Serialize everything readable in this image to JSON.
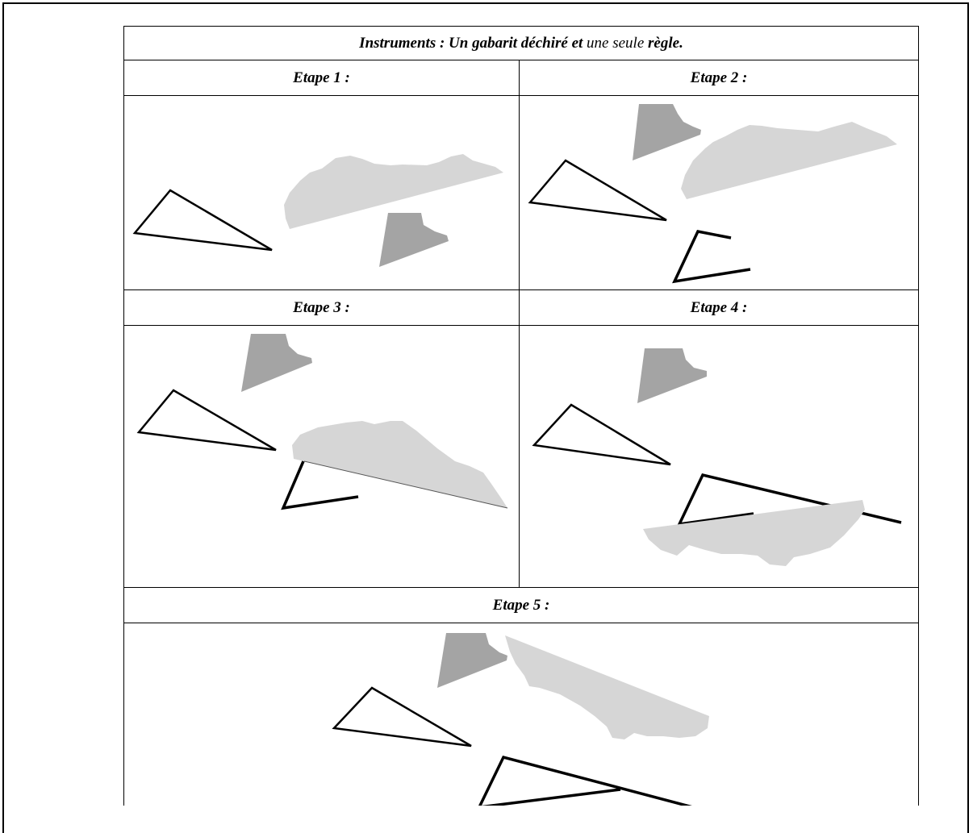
{
  "instruments": {
    "part1": "Instruments : Un gabarit déchiré et",
    "part2": "une seule",
    "part3": "règle."
  },
  "steps": [
    {
      "label": "Etape 1 :"
    },
    {
      "label": "Etape 2 :"
    },
    {
      "label": "Etape 3 :"
    },
    {
      "label": "Etape 4 :"
    },
    {
      "label": "Etape 5 :"
    }
  ],
  "colors": {
    "ruler": "#d6d6d6",
    "template": "#a4a4a4",
    "line": "#000000"
  }
}
